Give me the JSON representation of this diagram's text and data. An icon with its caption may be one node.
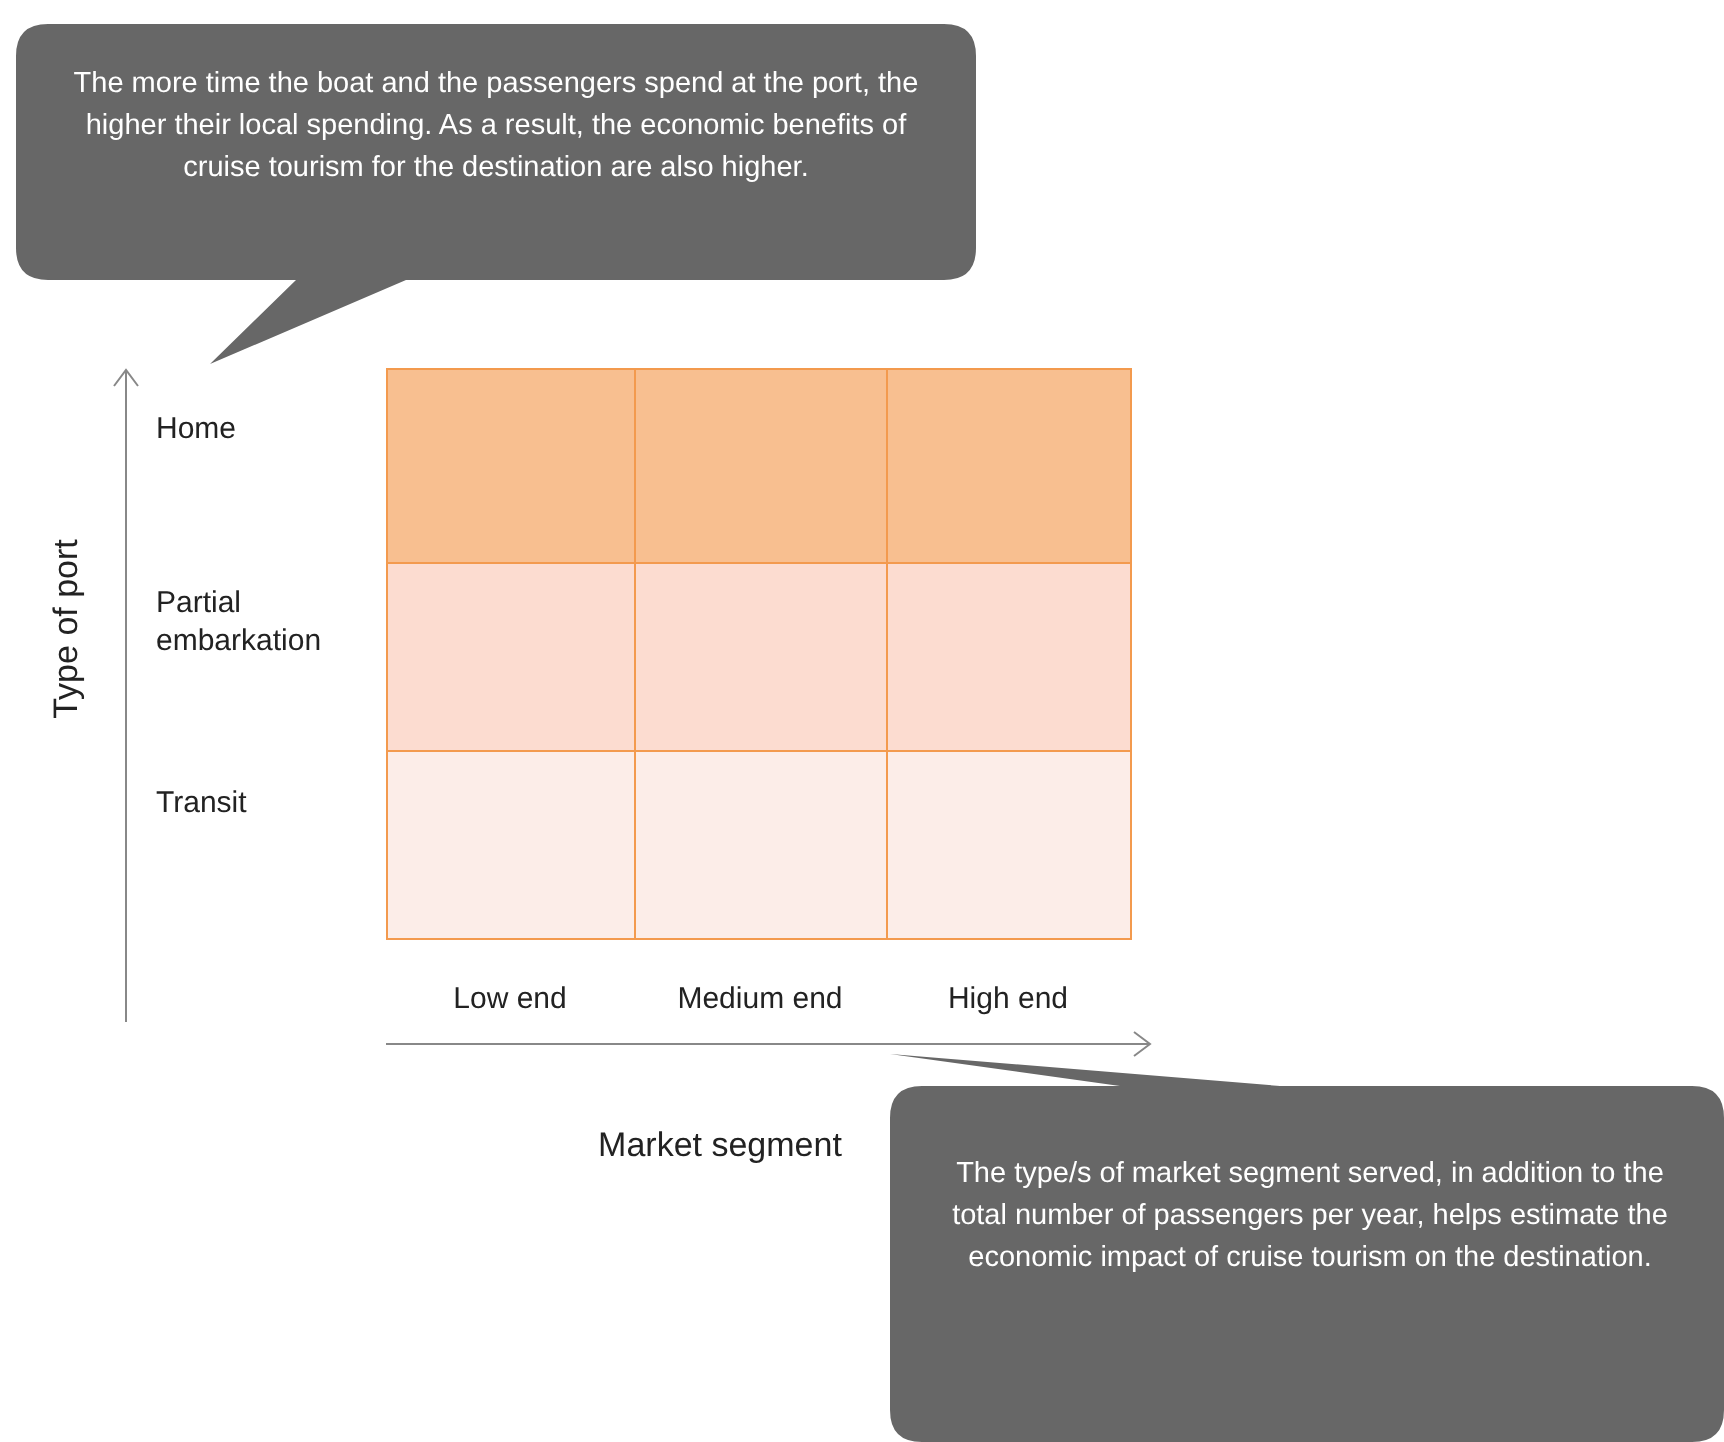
{
  "diagram": {
    "nodes": [
      {
        "text": [
          "The more time the boat and the passengers spend at the port, the higher their local spending. As a result, the economic benefits of cruise tourism for the destination are also higher."
        ]
      },
      {
        "text": [
          "The type/s of market segment served, in addition to the total number of passengers per year, helps estimate the economic impact of cruise tourism on the destination."
        ]
      },
      {
        "text": [],
        "shape": "box"
      },
      {
        "text": [],
        "shape": "box"
      },
      {
        "text": [],
        "shape": "box"
      },
      {
        "text": [],
        "shape": "box"
      },
      {
        "text": [],
        "shape": "box"
      },
      {
        "text": [],
        "shape": "box"
      },
      {
        "text": [],
        "shape": "box"
      },
      {
        "text": [],
        "shape": "box"
      },
      {
        "text": [],
        "shape": "box"
      }
    ],
    "edges": [],
    "labels": [
      "Type of port",
      "Home",
      "Partial embarkation",
      "Transit",
      "Low end",
      "Medium end",
      "High end",
      "Market segment"
    ]
  }
}
